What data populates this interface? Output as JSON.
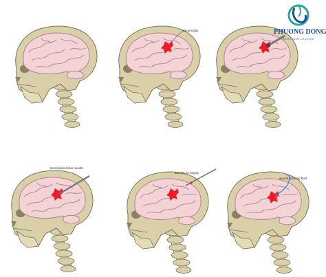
{
  "logo": {
    "name": "PHUONG DONG",
    "subtitle": "BENH VIEN DA KHOA",
    "icon": "logo-emblem",
    "color_primary": "#1a4f9c",
    "color_secondary": "#2aa39a"
  },
  "panels": [
    {
      "label": ""
    },
    {
      "label": "abnormality"
    },
    {
      "label": ""
    },
    {
      "label": "stereotactic brain needle"
    },
    {
      "label": "sample for biopsy"
    },
    {
      "label": "wound draining fluid"
    }
  ],
  "colors": {
    "skull": "#d9cfa8",
    "skull_outline": "#7a7256",
    "brain": "#f3d3d6",
    "brain_outline": "#a9868b",
    "abnormality": "#ee1c25",
    "needle": "#777777",
    "drain": "#4a90d9"
  }
}
